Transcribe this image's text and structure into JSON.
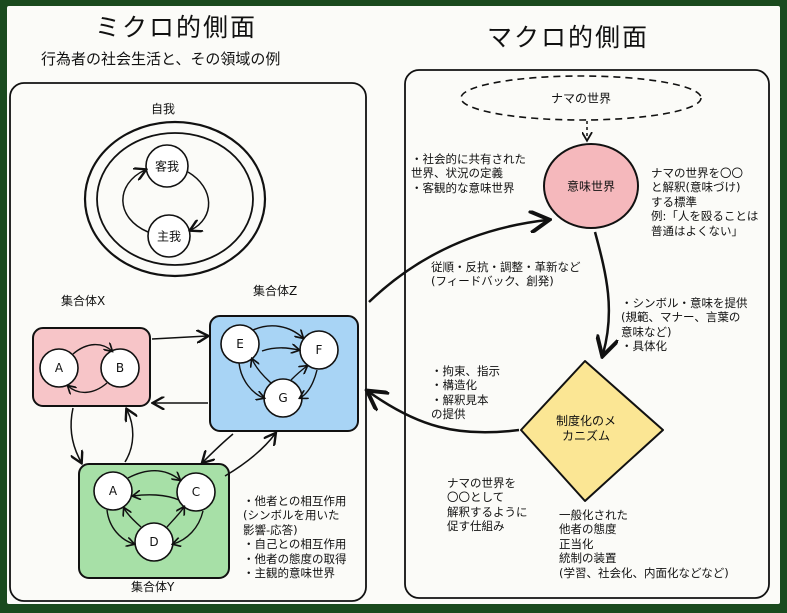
{
  "micro": {
    "title": "ミクロ的側面",
    "subtitle": "行為者の社会生活と、その領域の例",
    "self": {
      "label": "自我",
      "object_self": "客我",
      "subject_self": "主我"
    },
    "group_x": {
      "label": "集合体X",
      "nodes": [
        "A",
        "B"
      ]
    },
    "group_z": {
      "label": "集合体Z",
      "nodes": [
        "E",
        "F",
        "G"
      ]
    },
    "group_y": {
      "label": "集合体Y",
      "nodes": [
        "A",
        "C",
        "D"
      ]
    },
    "notes": [
      "・他者との相互作用",
      "(シンボルを用いた",
      "影響-応答)",
      "・自己との相互作用",
      "・他者の態度の取得",
      "・主観的意味世界"
    ]
  },
  "macro": {
    "title": "マクロ的側面",
    "raw_world": "ナマの世界",
    "meaning_world": "意味世界",
    "institution": [
      "制度化のメ",
      "カニズム"
    ],
    "left_top_notes": [
      "・社会的に共有された",
      "世界、状況の定義",
      "・客観的な意味世界"
    ],
    "right_top_notes": [
      "ナマの世界を〇〇",
      "と解釈(意味づけ)",
      "する標準",
      "例:「人を殴ることは",
      "普通はよくない」"
    ],
    "arrow_upper_notes": [
      "従順・反抗・調整・革新など",
      "(フィードバック、創発)"
    ],
    "right_mid_notes": [
      "・シンボル・意味を提供",
      "(規範、マナー、言葉の",
      "意味など)",
      "・具体化"
    ],
    "left_mid_notes": [
      "・拘束、指示",
      "・構造化",
      "・解釈見本",
      "の提供"
    ],
    "bottom_left_notes": [
      "ナマの世界を",
      "〇〇として",
      "解釈するように",
      "促す仕組み"
    ],
    "bottom_right_notes": [
      "一般化された",
      "他者の態度",
      "正当化",
      "統制の装置",
      "(学習、社会化、内面化などなど)"
    ]
  },
  "colors": {
    "background_frame": "#1a4a1e",
    "group_x_fill": "#f7c5c8",
    "group_z_fill": "#a8d4f5",
    "group_y_fill": "#a7e0a7",
    "meaning_world_fill": "#f5b8bc",
    "institution_fill": "#fbe694"
  }
}
